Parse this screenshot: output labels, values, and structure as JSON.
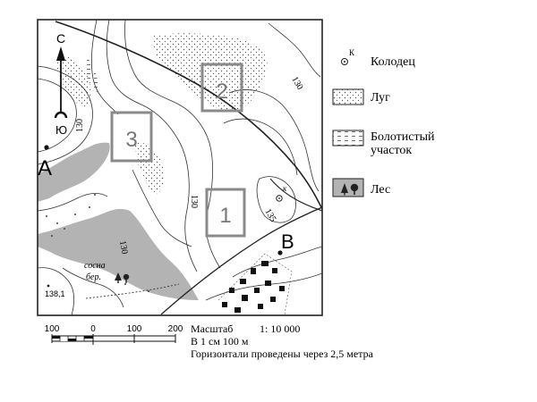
{
  "map": {
    "north_label": "С",
    "south_label": "Ю",
    "points": {
      "a": "А",
      "b": "В"
    },
    "squares": {
      "s1": "1",
      "s2": "2",
      "s3": "3"
    },
    "contours": {
      "c130_top": "130",
      "c130_left": "130",
      "c130_mid": "130",
      "c130_low": "130",
      "c135": "135"
    },
    "well_marker": "к",
    "height_mark": "138,1",
    "forest_label_1": "сосна",
    "forest_label_2": "бер."
  },
  "legend": {
    "well": "Колодец",
    "meadow": "Луг",
    "swamp_1": "Болотистый",
    "swamp_2": "участок",
    "forest": "Лес",
    "well_symbol_letter": "К"
  },
  "scale": {
    "ticks": [
      "100",
      "0",
      "100",
      "200"
    ],
    "title": "Масштаб",
    "ratio": "1: 10 000",
    "per_cm": "В 1 см 100 м",
    "contour_note": "Горизонтали проведены через 2,5 метра"
  },
  "colors": {
    "forest": "#b3b3b3",
    "line": "#333333",
    "square": "#8a8a8a"
  }
}
